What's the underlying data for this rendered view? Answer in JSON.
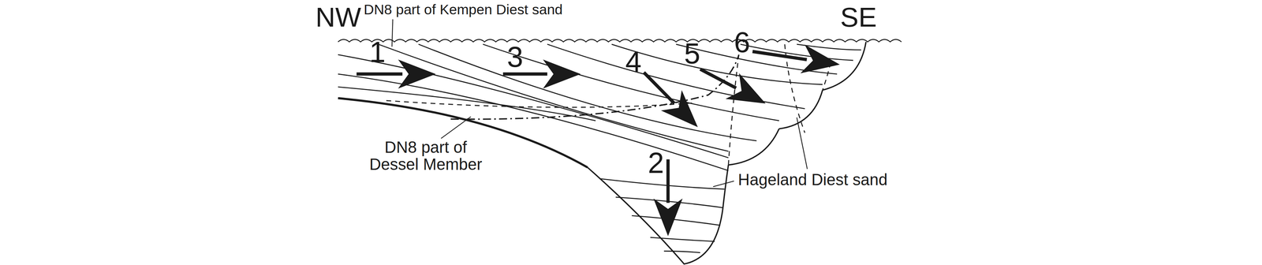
{
  "diagram": {
    "labels": [
      "NW",
      "DN8 part of Kempen Diest sand",
      "SE",
      "1",
      "3",
      "4",
      "5",
      "6",
      "2",
      "DN8 part of Dessel Member",
      "Hageland Diest sand"
    ]
  }
}
